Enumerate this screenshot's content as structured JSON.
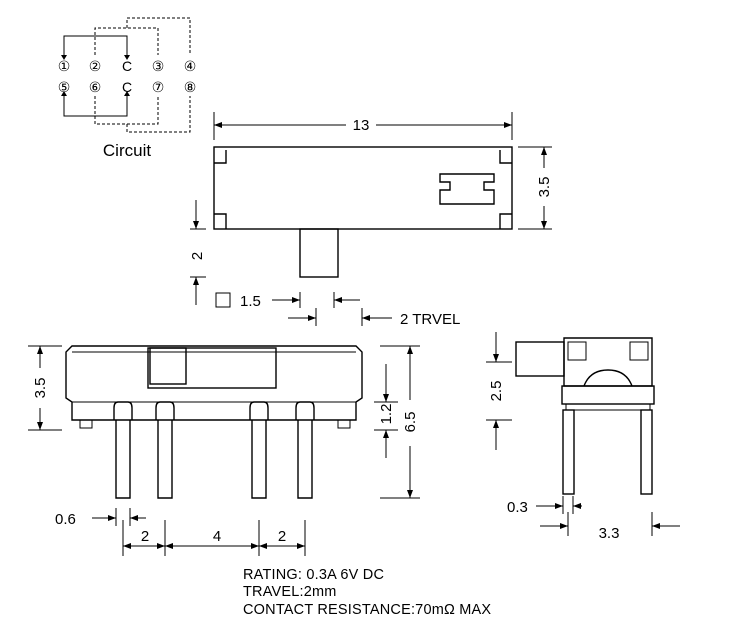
{
  "circuit": {
    "caption": "Circuit",
    "top_row": [
      "①",
      "②",
      "C",
      "③",
      "④"
    ],
    "bottom_row": [
      "⑤",
      "⑥",
      "C",
      "⑦",
      "⑧"
    ]
  },
  "top_view": {
    "width_dim": "13",
    "height_dim": "3.5",
    "actuator_dim": "2",
    "square_dim": "1.5",
    "travel_dim": "2 TRVEL"
  },
  "front_view": {
    "height_dim": "3.5",
    "lead_dim": "1.2",
    "total_height_dim": "6.5",
    "pin_width_dim": "0.6",
    "pitch_dims": [
      "2",
      "4",
      "2"
    ]
  },
  "side_view": {
    "height_dim": "2.5",
    "thickness_dim": "0.3",
    "width_dim": "3.3"
  },
  "specs": {
    "rating": "RATING: 0.3A 6V DC",
    "travel": "TRAVEL:2mm",
    "resistance": "CONTACT RESISTANCE:70mΩ  MAX"
  }
}
